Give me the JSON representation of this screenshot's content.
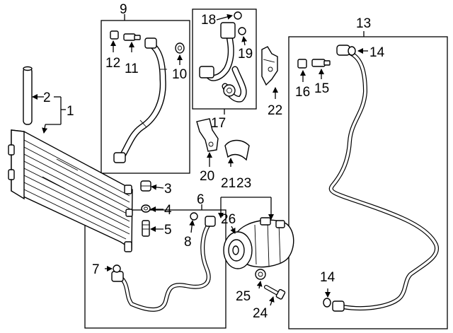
{
  "callouts": {
    "c1": "1",
    "c2": "2",
    "c3": "3",
    "c4": "4",
    "c5": "5",
    "c6": "6",
    "c7": "7",
    "c8": "8",
    "c9": "9",
    "c10": "10",
    "c11": "11",
    "c12": "12",
    "c13": "13",
    "c14a": "14",
    "c14b": "14",
    "c15": "15",
    "c16": "16",
    "c17": "17",
    "c18": "18",
    "c19": "19",
    "c20": "20",
    "c21": "21",
    "c22": "22",
    "c23": "23",
    "c24": "24",
    "c25": "25",
    "c26": "26"
  }
}
